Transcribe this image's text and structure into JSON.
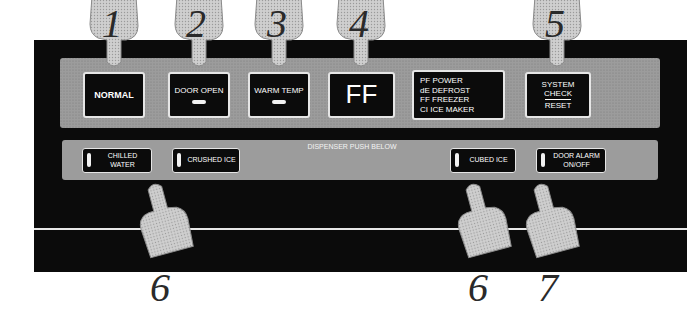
{
  "diagram": {
    "nodes": [
      {
        "text": [
          "NORMAL"
        ]
      },
      {
        "text": [
          "DOOR OPEN"
        ]
      },
      {
        "text": [
          "WARM TEMP"
        ]
      },
      {
        "text": [
          "FF"
        ]
      },
      {
        "text": [
          "PF POWER",
          "dE DEFROST",
          "FF FREEZER",
          "CI ICE MAKER"
        ]
      },
      {
        "text": [
          "SYSTEM CHECK",
          "RESET"
        ]
      },
      {
        "text": [
          "DISPENSER PUSH BELOW"
        ]
      },
      {
        "text": [
          "CHILLED WATER"
        ],
        "in": 6
      },
      {
        "text": [
          "CRUSHED ICE"
        ],
        "in": 6
      },
      {
        "text": [
          "CUBED ICE"
        ],
        "in": 6
      },
      {
        "text": [
          "DOOR ALARM ON/OFF"
        ],
        "in": 6
      }
    ],
    "labels": [
      "1",
      "2",
      "3",
      "4",
      "5",
      "6",
      "6",
      "7"
    ]
  }
}
